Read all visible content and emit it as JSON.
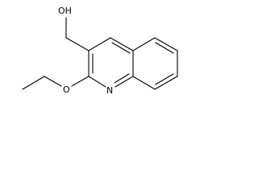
{
  "labels": {
    "hydroxyl": "OH",
    "ether_oxygen": "O",
    "ring_nitrogen": "N"
  }
}
